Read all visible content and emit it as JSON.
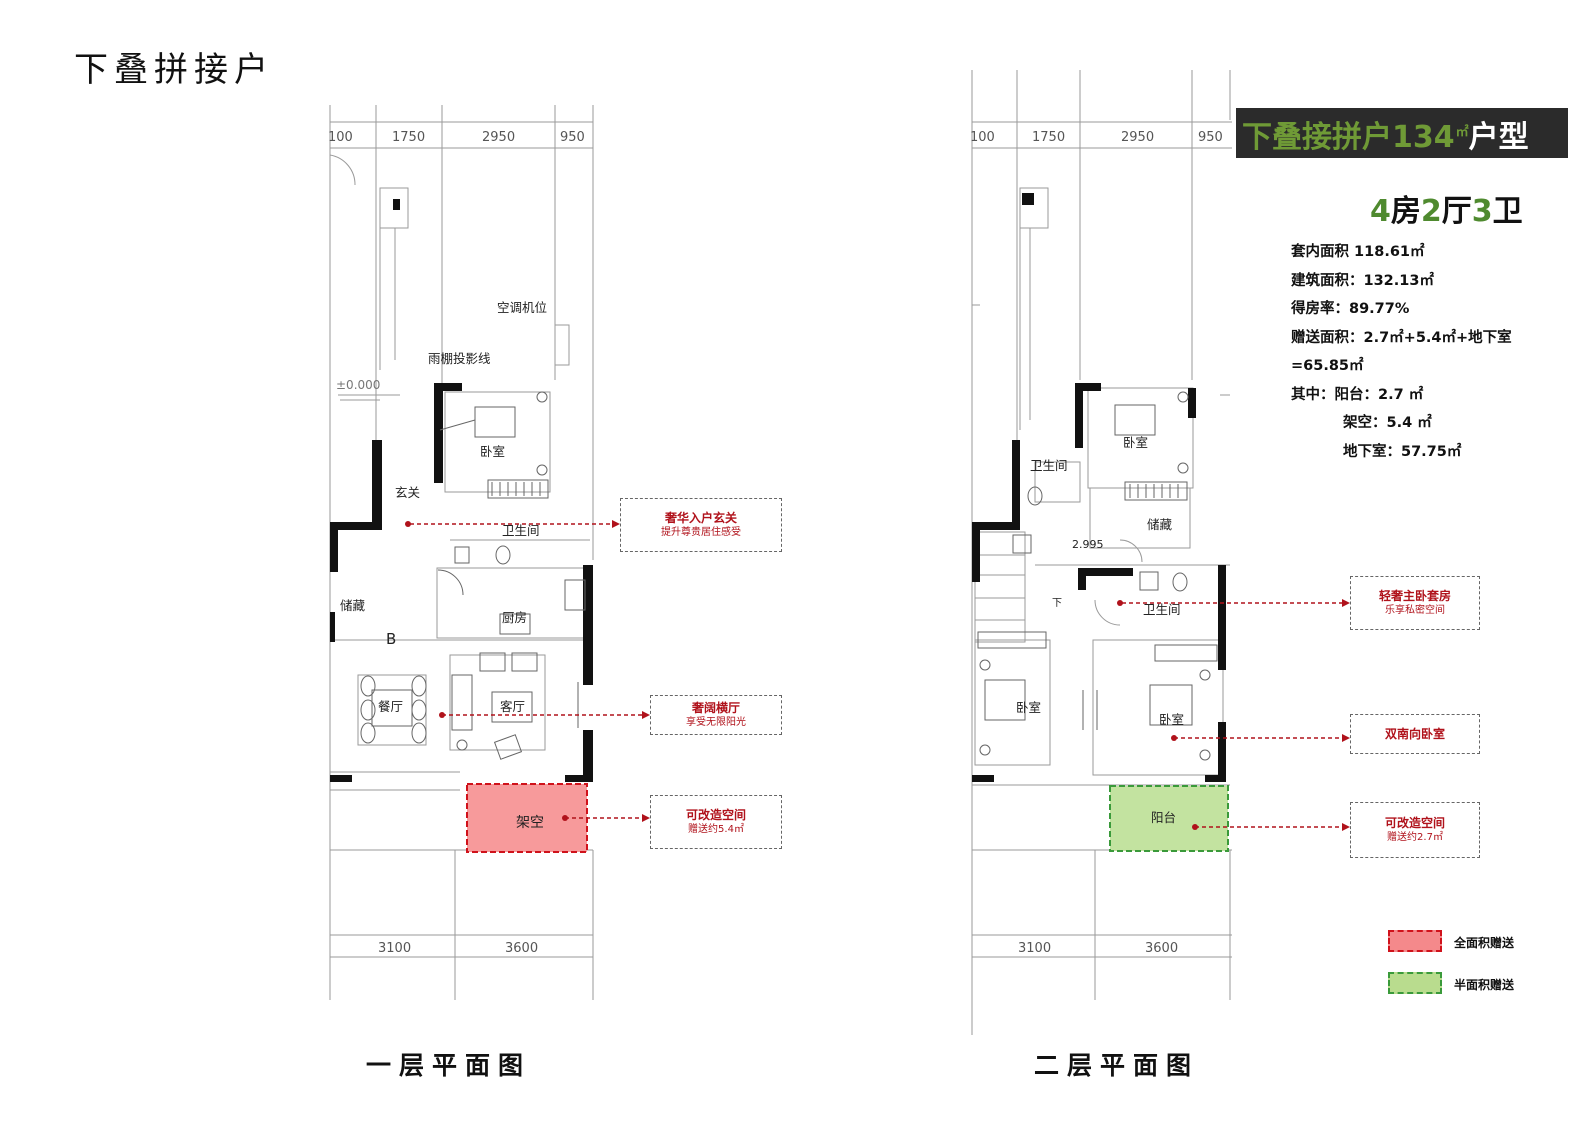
{
  "page_title": "下叠拼接户",
  "banner": {
    "main": "下叠接拼户134",
    "unit": "㎡",
    "suffix": "户型"
  },
  "rooms_summary": {
    "n1": "4",
    "r1": "房",
    "n2": "2",
    "r2": "厅",
    "n3": "3",
    "r3": "卫"
  },
  "stats": [
    "套内面积   118.61㎡",
    "建筑面积：132.13㎡",
    "得房率：89.77%",
    "赠送面积：2.7㎡+5.4㎡+地下室",
    "=65.85㎡",
    "其中：阳台：2.7 ㎡",
    "架空：5.4 ㎡",
    "地下室：57.75㎡"
  ],
  "floor1": {
    "caption": "一层平面图",
    "dims_top": [
      "100",
      "1750",
      "2950",
      "950"
    ],
    "dims_bottom": [
      "3100",
      "3600"
    ],
    "labels": {
      "ac": "空调机位",
      "canopy": "雨棚投影线",
      "elevation": "±0.000",
      "bedroom": "卧室",
      "foyer": "玄关",
      "bath": "卫生间",
      "storage": "储藏",
      "kitchen": "厨房",
      "b_mark": "B",
      "dining": "餐厅",
      "living": "客厅",
      "stilt": "架空"
    },
    "callouts": [
      {
        "title": "奢华入户玄关",
        "sub": "提升尊贵居住感受"
      },
      {
        "title": "奢阔横厅",
        "sub": "享受无限阳光"
      },
      {
        "title": "可改造空间",
        "sub": "赠送约5.4㎡"
      }
    ]
  },
  "floor2": {
    "caption": "二层平面图",
    "dims_top": [
      "100",
      "1750",
      "2950",
      "950"
    ],
    "dims_bottom": [
      "3100",
      "3600"
    ],
    "labels": {
      "bath_a": "卫生间",
      "bedroom_a": "卧室",
      "storage": "储藏",
      "level": "2.995",
      "down": "下",
      "bath_b": "卫生间",
      "bedroom_b": "卧室",
      "bedroom_c": "卧室",
      "balcony": "阳台"
    },
    "callouts": [
      {
        "title": "轻奢主卧套房",
        "sub": "乐享私密空间"
      },
      {
        "title": "双南向卧室",
        "sub": ""
      },
      {
        "title": "可改造空间",
        "sub": "赠送约2.7㎡"
      }
    ]
  },
  "legend": [
    {
      "label": "全面积赠送",
      "color": "#f4898b",
      "border": "#d0121b"
    },
    {
      "label": "半面积赠送",
      "color": "#b9dc8e",
      "border": "#3a9a3a"
    }
  ],
  "colors": {
    "callout_red": "#b0121b",
    "banner_bg": "#2b2b2b",
    "banner_green": "#6f9a36"
  }
}
